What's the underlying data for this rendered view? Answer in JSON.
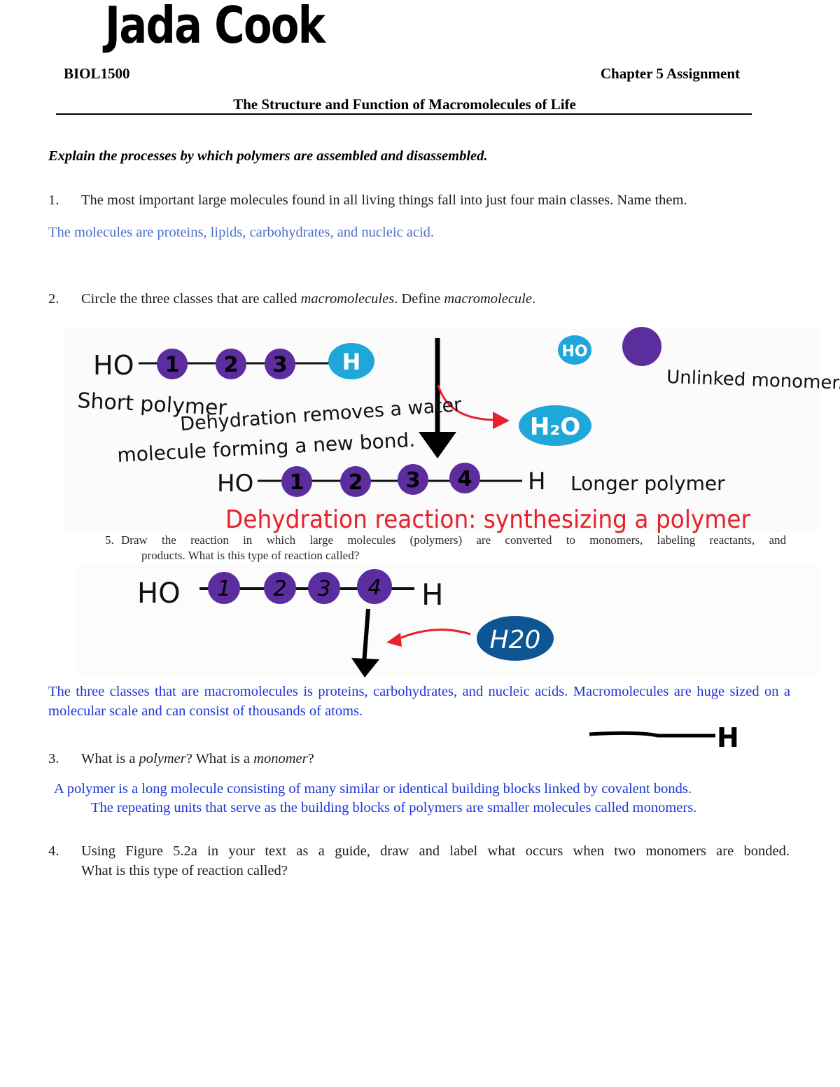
{
  "header": {
    "student_name": "Jada Cook",
    "course": "BIOL1500",
    "assignment": "Chapter 5 Assignment",
    "title": "The Structure and Function of Macromolecules of Life"
  },
  "objective": "Explain the processes by which polymers are assembled and disassembled.",
  "q1": {
    "number": "1.",
    "question": "The most important large molecules found in all living things fall into just four main  classes. Name them.",
    "answer": "The molecules are proteins, lipids, carbohydrates, and nucleic acid."
  },
  "q2": {
    "number": "2.",
    "question_a": "Circle the three classes that are called ",
    "question_em1": "macromolecules",
    "question_b": ". Define ",
    "question_em2": "macromolecule",
    "question_c": ".",
    "answer": "The three classes that are macromolecules is proteins, carbohydrates, and nucleic acids. Macromolecules are huge sized on a molecular scale and can consist of thousands of atoms."
  },
  "diagram1": {
    "ho": "HO",
    "h": "H",
    "monomers": [
      "1",
      "2",
      "3"
    ],
    "longer_monomers": [
      "1",
      "2",
      "3",
      "4"
    ],
    "short_polymer_label": "Short polymer",
    "ho_circle": "HO",
    "unlinked_label": "Unlinked monomer.",
    "note_line1": "Dehydration removes a water",
    "note_line2": "molecule forming a new bond.",
    "water": "H₂O",
    "longer_ho": "HO",
    "longer_h": "H",
    "longer_label": "Longer polymer",
    "reaction_title": "Dehydration reaction: synthesizing a polymer"
  },
  "q5": {
    "number": "5.",
    "line1": "Draw the reaction in which large molecules (polymers) are converted to monomers, labeling reactants, and",
    "line2": "products. What is this type of reaction called?"
  },
  "diagram2": {
    "ho": "HO",
    "h": "H",
    "monomers": [
      "1",
      "2",
      "3",
      "4"
    ],
    "water": "H20",
    "tail_h": "H"
  },
  "q3": {
    "number": "3.",
    "question_a": "What is a ",
    "question_em1": "polymer",
    "question_b": "? What is a ",
    "question_em2": "monomer",
    "question_c": "?",
    "answer_line1": "A polymer is a long molecule consisting of many similar or identical building blocks linked by covalent bonds.",
    "answer_line2": "The repeating units that serve as the building blocks of polymers are smaller molecules called monomers."
  },
  "q4": {
    "number": "4.",
    "line1": "Using Figure 5.2a in your text as a guide, draw and label what occurs when two monomers are bonded.",
    "line2": "What is this type of reaction called?"
  },
  "colors": {
    "monomer_purple": "#5b2d9e",
    "hydrogen_cyan": "#1ea7d8",
    "reaction_red": "#e8202a",
    "water_dark_blue": "#0e5593",
    "answer_blue": "#4f6fc7"
  }
}
